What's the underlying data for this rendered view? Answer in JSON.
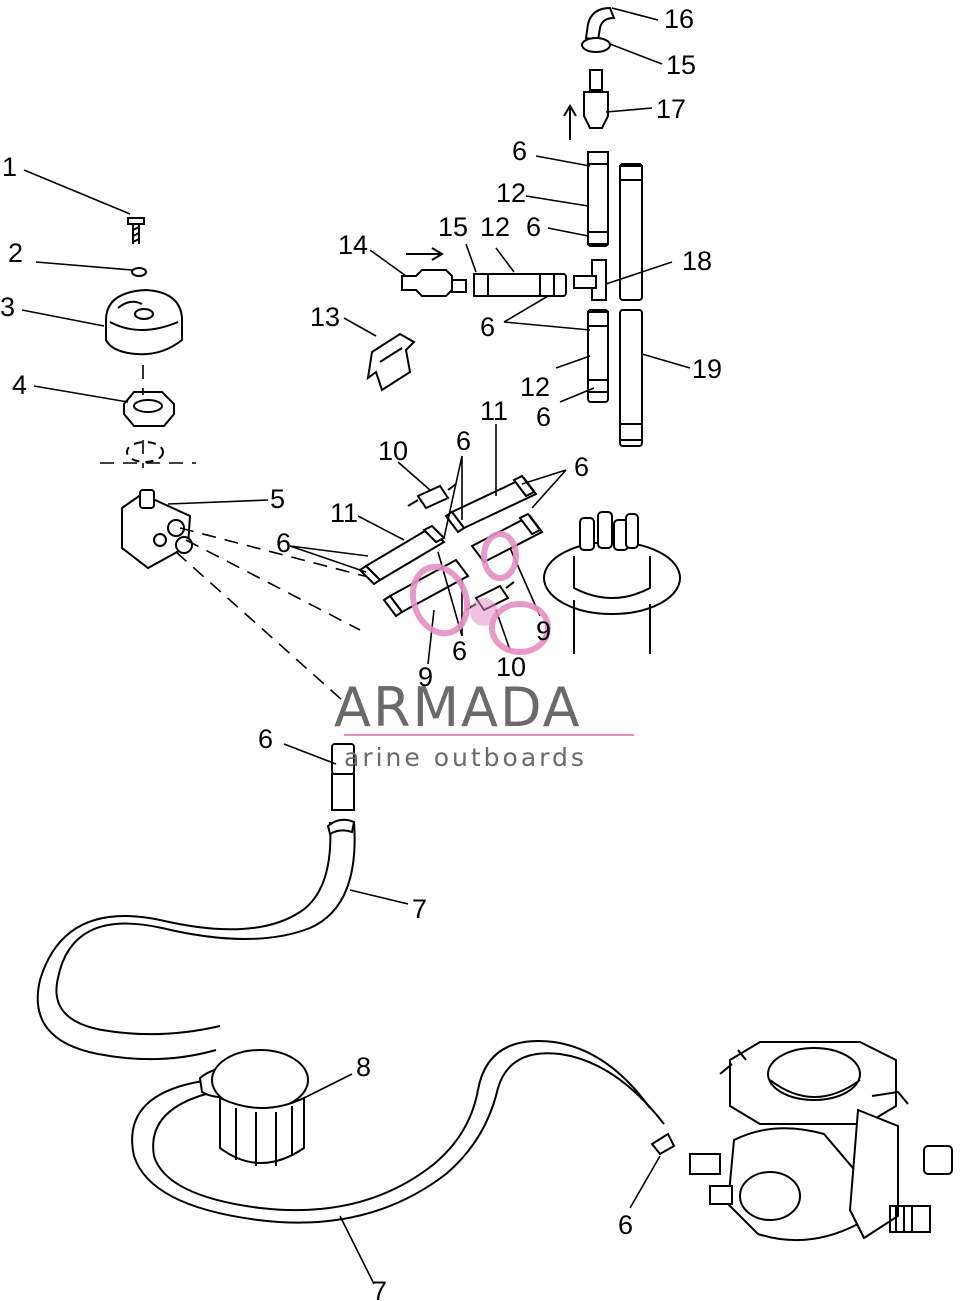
{
  "watermark": {
    "brand": "ARMADA",
    "tagline": "arine outboards",
    "brand_color": "#6a6a6a",
    "logo_color": "#e58ec4"
  },
  "callouts": [
    {
      "id": "c1",
      "label": "1"
    },
    {
      "id": "c2",
      "label": "2"
    },
    {
      "id": "c3",
      "label": "3"
    },
    {
      "id": "c4",
      "label": "4"
    },
    {
      "id": "c5",
      "label": "5"
    },
    {
      "id": "c6a",
      "label": "6"
    },
    {
      "id": "c6b",
      "label": "6"
    },
    {
      "id": "c6c",
      "label": "6"
    },
    {
      "id": "c6d",
      "label": "6"
    },
    {
      "id": "c6e",
      "label": "6"
    },
    {
      "id": "c6f",
      "label": "6"
    },
    {
      "id": "c6g",
      "label": "6"
    },
    {
      "id": "c6h",
      "label": "6"
    },
    {
      "id": "c6i",
      "label": "6"
    },
    {
      "id": "c6j",
      "label": "6"
    },
    {
      "id": "c7a",
      "label": "7"
    },
    {
      "id": "c7b",
      "label": "7"
    },
    {
      "id": "c8",
      "label": "8"
    },
    {
      "id": "c9a",
      "label": "9"
    },
    {
      "id": "c9b",
      "label": "9"
    },
    {
      "id": "c10a",
      "label": "10"
    },
    {
      "id": "c10b",
      "label": "10"
    },
    {
      "id": "c11a",
      "label": "11"
    },
    {
      "id": "c11b",
      "label": "11"
    },
    {
      "id": "c12a",
      "label": "12"
    },
    {
      "id": "c12b",
      "label": "12"
    },
    {
      "id": "c12c",
      "label": "12"
    },
    {
      "id": "c13",
      "label": "13"
    },
    {
      "id": "c14",
      "label": "14"
    },
    {
      "id": "c15a",
      "label": "15"
    },
    {
      "id": "c15b",
      "label": "15"
    },
    {
      "id": "c16",
      "label": "16"
    },
    {
      "id": "c17",
      "label": "17"
    },
    {
      "id": "c18",
      "label": "18"
    },
    {
      "id": "c19",
      "label": "19"
    }
  ]
}
